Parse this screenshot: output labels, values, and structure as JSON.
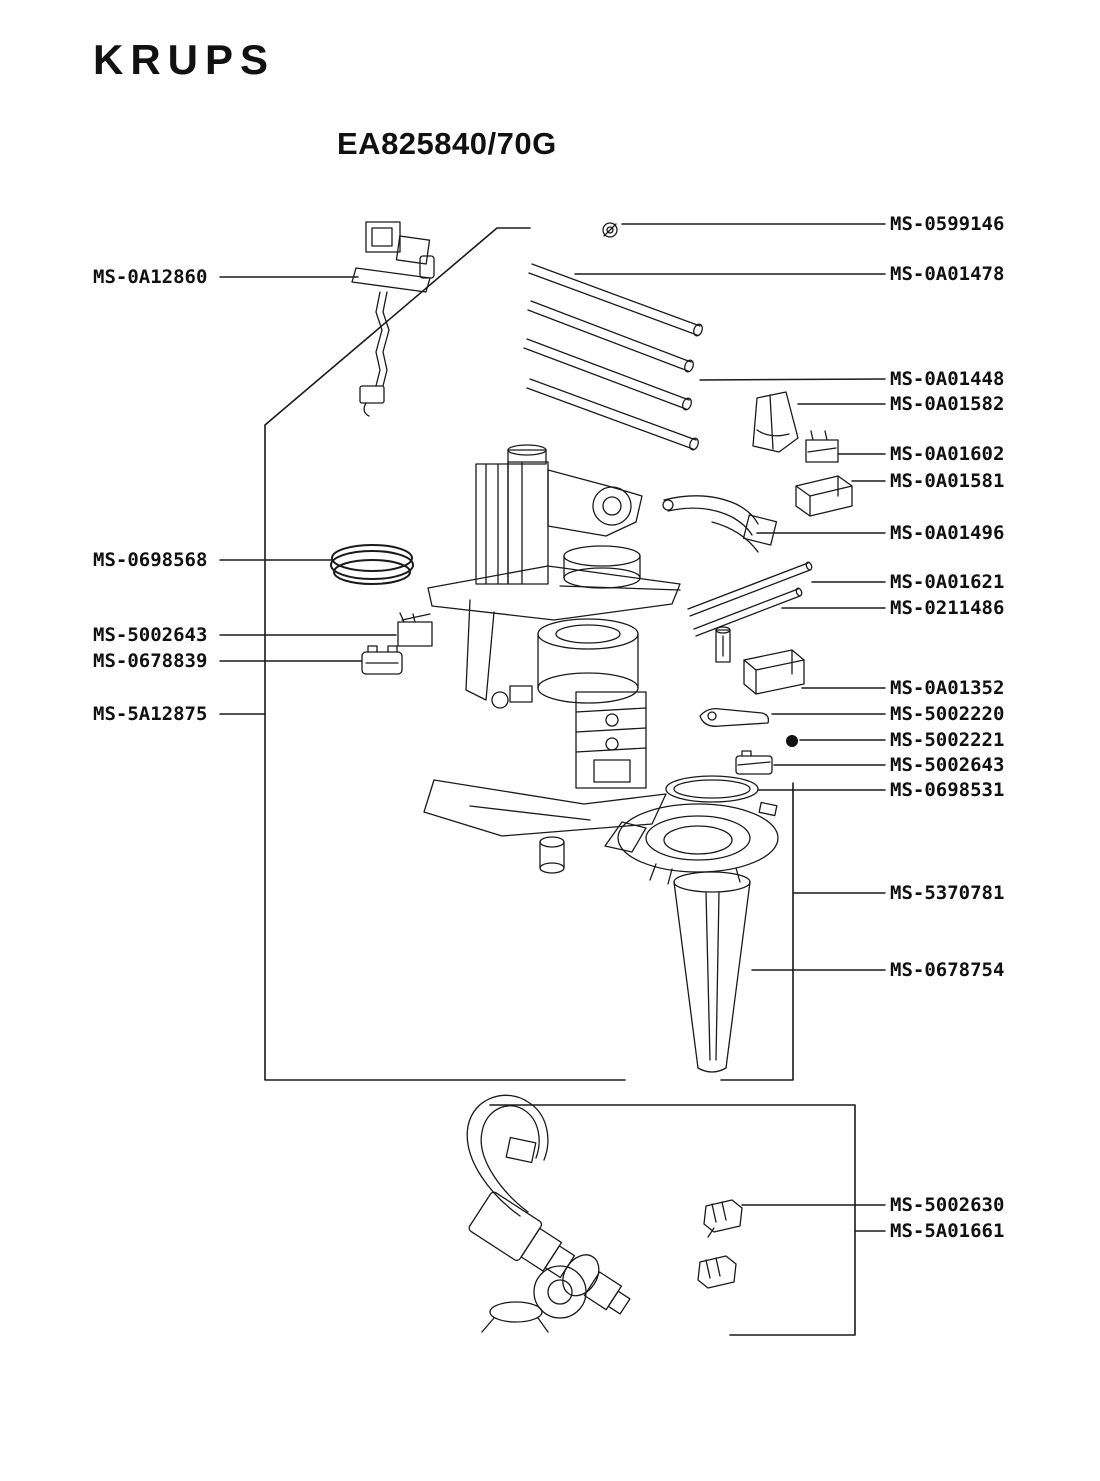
{
  "brand": "KRUPS",
  "model": "EA825840/70G",
  "colors": {
    "ink": "#111111",
    "background": "#ffffff"
  },
  "labels": {
    "left": [
      {
        "label": "MS-0A12860"
      },
      {
        "label": "MS-0698568"
      },
      {
        "label": "MS-5002643"
      },
      {
        "label": "MS-0678839"
      },
      {
        "label": "MS-5A12875"
      }
    ],
    "right": [
      {
        "label": "MS-0599146"
      },
      {
        "label": "MS-0A01478"
      },
      {
        "label": "MS-0A01448"
      },
      {
        "label": "MS-0A01582"
      },
      {
        "label": "MS-0A01602"
      },
      {
        "label": "MS-0A01581"
      },
      {
        "label": "MS-0A01496"
      },
      {
        "label": "MS-0A01621"
      },
      {
        "label": "MS-0211486"
      },
      {
        "label": "MS-0A01352"
      },
      {
        "label": "MS-5002220"
      },
      {
        "label": "MS-5002221"
      },
      {
        "label": "MS-5002643"
      },
      {
        "label": "MS-0698531"
      },
      {
        "label": "MS-5370781"
      },
      {
        "label": "MS-0678754"
      },
      {
        "label": "MS-5002630"
      },
      {
        "label": "MS-5A01661"
      }
    ]
  }
}
